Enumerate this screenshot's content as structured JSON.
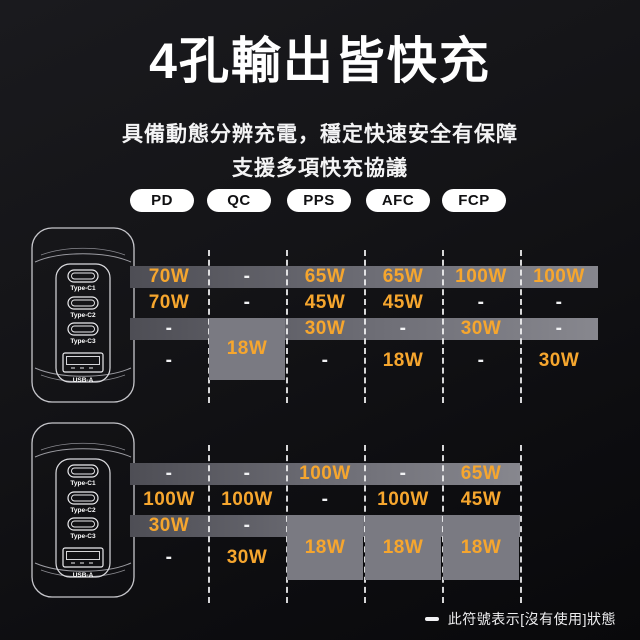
{
  "header": {
    "title": "4孔輸出皆快充",
    "subtitle_line1": "具備動態分辨充電，穩定快速安全有保障",
    "subtitle_line2": "支援多項快充協議"
  },
  "protocols": [
    "PD",
    "QC",
    "PPS",
    "AFC",
    "FCP"
  ],
  "charger": {
    "port_labels": [
      "Type-C1",
      "Type-C2",
      "Type-C3",
      "USB-A"
    ]
  },
  "footnote": {
    "symbol_icon": "dash-icon",
    "text": "此符號表示[沒有使用]狀態"
  },
  "colors": {
    "accent_orange": "#F6A62E",
    "band_gray": "#6F6F77",
    "merged_cell_gray": "#7A7A82",
    "pill_background": "#FFFFFF",
    "background": "#0D0D10"
  },
  "chart_data": [
    {
      "type": "table",
      "position": "upper",
      "row_labels": [
        "Type-C1",
        "Type-C2",
        "Type-C3",
        "USB-A"
      ],
      "column_labels": [
        "PD",
        "QC",
        "PPS",
        "AFC",
        "FCP",
        ""
      ],
      "cells": [
        [
          "70W",
          "-",
          "65W",
          "65W",
          "100W",
          "100W"
        ],
        [
          "70W",
          "-",
          "45W",
          "45W",
          "-",
          "-"
        ],
        [
          "-",
          "",
          "30W",
          "-",
          "30W",
          "-"
        ],
        [
          "-",
          "",
          "-",
          "18W",
          "-",
          "30W"
        ]
      ],
      "merged_cells": [
        {
          "value": "18W",
          "column": 2,
          "rows": [
            3,
            4
          ]
        }
      ]
    },
    {
      "type": "table",
      "position": "lower",
      "row_labels": [
        "Type-C1",
        "Type-C2",
        "Type-C3",
        "USB-A"
      ],
      "column_labels": [
        "PD",
        "QC",
        "PPS",
        "AFC",
        "FCP"
      ],
      "cells": [
        [
          "-",
          "-",
          "100W",
          "-",
          "65W"
        ],
        [
          "100W",
          "100W",
          "-",
          "100W",
          "45W"
        ],
        [
          "30W",
          "-",
          "",
          "",
          ""
        ],
        [
          "-",
          "30W",
          "",
          "",
          ""
        ]
      ],
      "merged_cells": [
        {
          "value": "18W",
          "column": 3,
          "rows": [
            3,
            4
          ]
        },
        {
          "value": "18W",
          "column": 4,
          "rows": [
            3,
            4
          ]
        },
        {
          "value": "18W",
          "column": 5,
          "rows": [
            3,
            4
          ]
        }
      ]
    }
  ]
}
